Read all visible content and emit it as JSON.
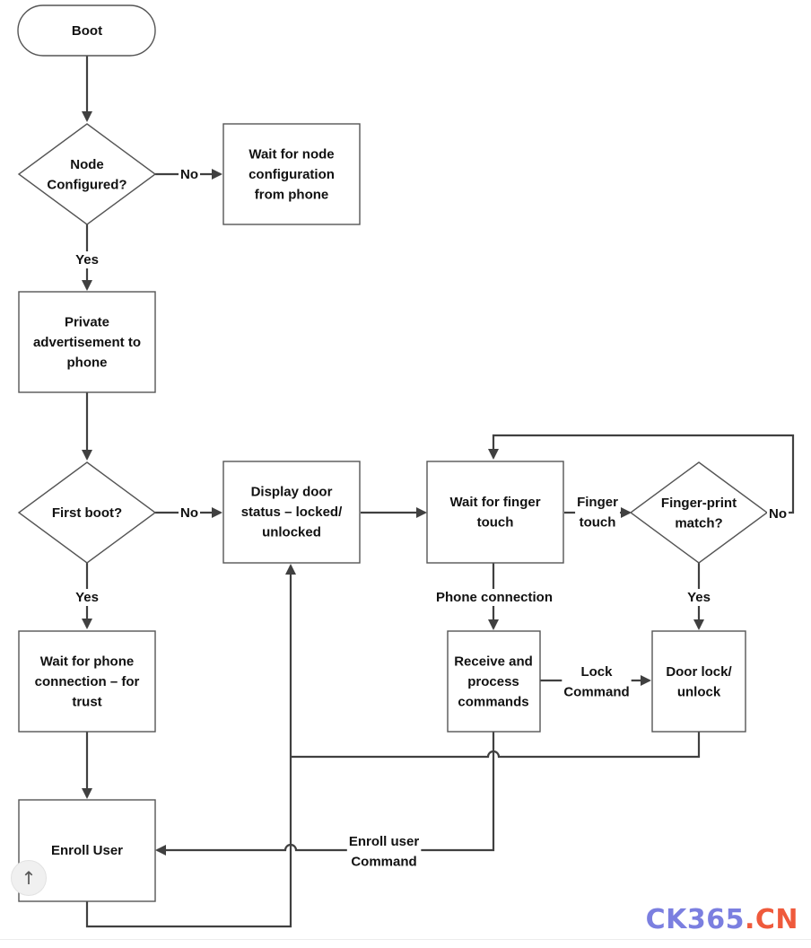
{
  "nodes": {
    "boot": [
      "Boot"
    ],
    "node_configured": [
      "Node",
      "Configured?"
    ],
    "wait_config": [
      "Wait for node",
      "configuration",
      "from phone"
    ],
    "private_adv": [
      "Private",
      "advertisement to",
      "phone"
    ],
    "first_boot": [
      "First boot?"
    ],
    "wait_phone": [
      "Wait for phone",
      "connection – for",
      "trust"
    ],
    "enroll_user": [
      "Enroll User"
    ],
    "display_door": [
      "Display door",
      "status – locked/",
      "unlocked"
    ],
    "wait_finger": [
      "Wait for finger",
      "touch"
    ],
    "fingerprint_match": [
      "Finger-print",
      "match?"
    ],
    "receive_process": [
      "Receive and",
      "process",
      "commands"
    ],
    "door_lock": [
      "Door lock/",
      "unlock"
    ]
  },
  "edge_labels": {
    "no_config": [
      "No"
    ],
    "yes_config": [
      "Yes"
    ],
    "no_first": [
      "No"
    ],
    "yes_first": [
      "Yes"
    ],
    "finger_touch": [
      "Finger",
      "touch"
    ],
    "no_match": [
      "No"
    ],
    "yes_match": [
      "Yes"
    ],
    "phone_connection": [
      "Phone connection"
    ],
    "lock_command": [
      "Lock",
      "Command"
    ],
    "enroll_command": [
      "Enroll user",
      "Command"
    ]
  },
  "watermark": {
    "part1": "CK365",
    "part2": ".CN"
  },
  "colors": {
    "watermark_blue": "#7b7fe0",
    "watermark_red": "#ef5a3c"
  },
  "icons": {
    "scroll_top": "arrow-up-icon"
  }
}
